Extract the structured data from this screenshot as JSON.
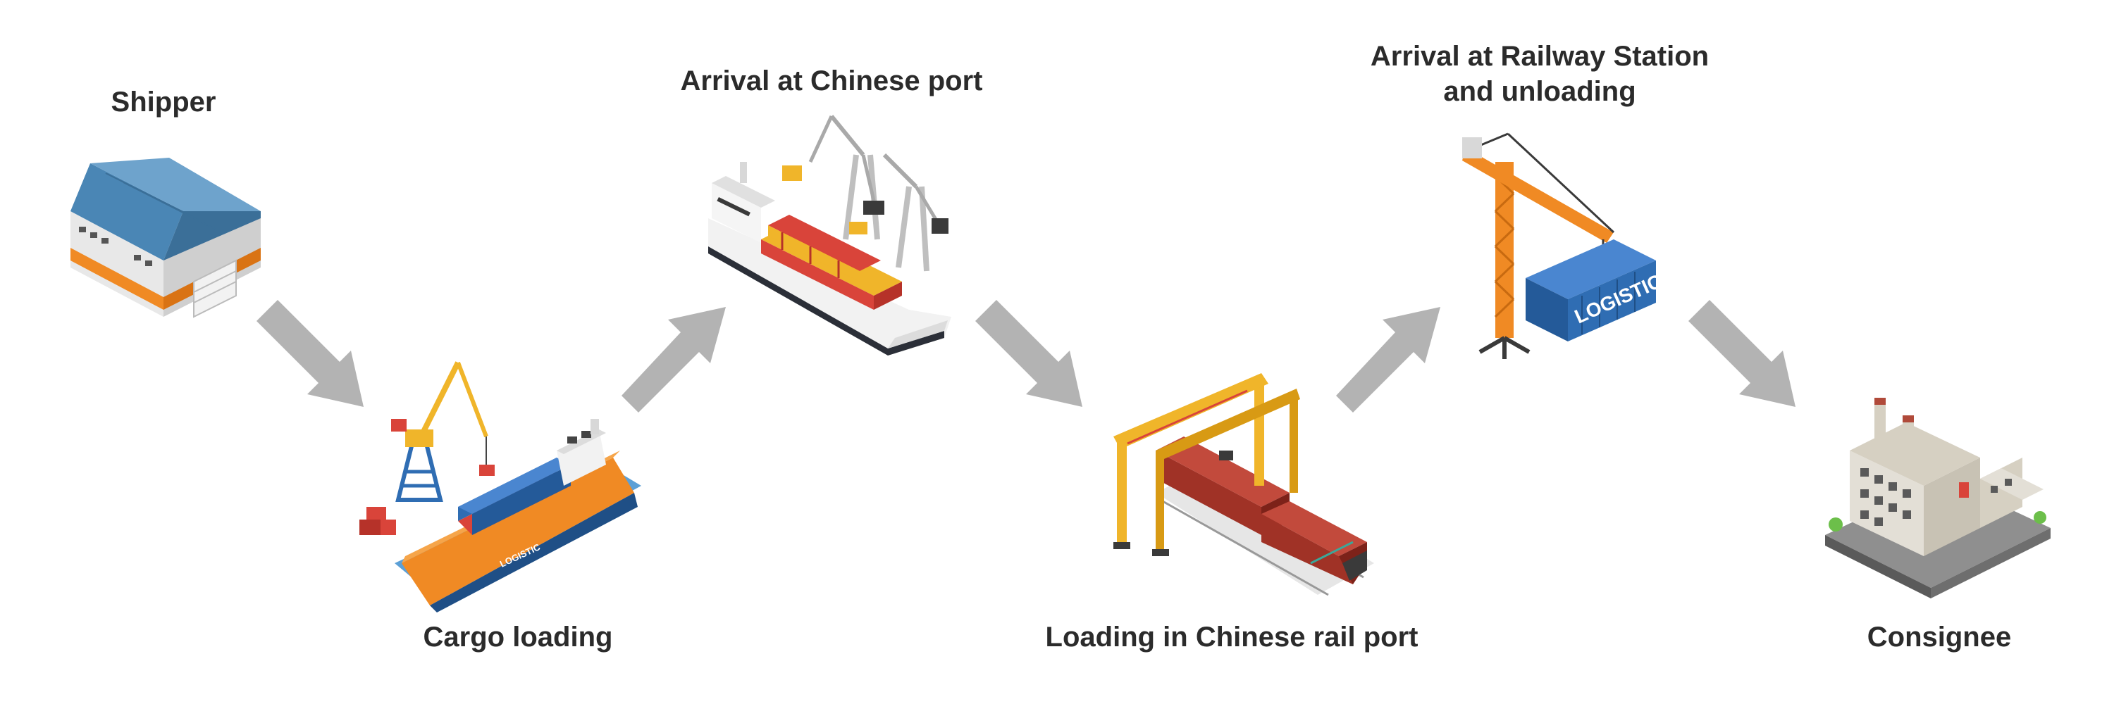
{
  "steps": [
    {
      "label": "Shipper",
      "icon": "warehouse-icon"
    },
    {
      "label": "Cargo loading",
      "icon": "cargo-ship-loading-icon"
    },
    {
      "label": "Arrival at Chinese port",
      "icon": "port-cranes-ship-icon"
    },
    {
      "label": "Loading in Chinese rail port",
      "icon": "gantry-crane-train-icon"
    },
    {
      "label_line1": "Arrival at Railway Station",
      "label_line2": "and unloading",
      "icon": "tower-crane-container-icon"
    },
    {
      "label": "Consignee",
      "icon": "factory-icon"
    }
  ],
  "container_text": "LOGISTICS",
  "ship_text": "LOGISTIC",
  "colors": {
    "arrow": "#b3b3b3",
    "label": "#2b2b2b",
    "roof_blue": "#4a86b5",
    "accent_orange": "#f08a24",
    "container_red": "#d9443a",
    "container_yellow": "#f2b531",
    "container_blue": "#2f6db3",
    "crane_yellow": "#f0b52a",
    "crane_orange": "#f08a24",
    "hull_dark": "#2b2f38",
    "train_red": "#a03226"
  }
}
